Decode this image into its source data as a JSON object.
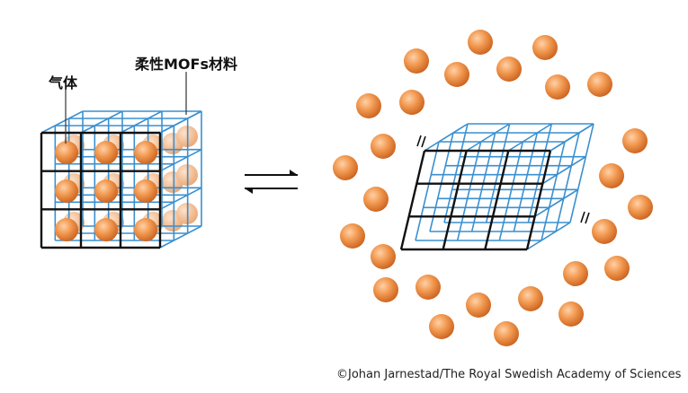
{
  "labels": {
    "gas": "气体",
    "framework": "柔性MOFs材料"
  },
  "credit": "©Johan Jarnestad/The Royal Swedish Academy of Sciences",
  "colors": {
    "ball_light": "#ffd1a8",
    "ball": "#f29a52",
    "ball_dark": "#c9601c",
    "ball_faded": "#f8c9a3",
    "lattice_blue": "#3a8fcf",
    "lattice_blue_light": "#8fc0e6",
    "frame_black": "#111111"
  },
  "left_cube": {
    "grid": "3x3x3",
    "state": "gas molecules inside framework"
  },
  "arrow": {
    "type": "equilibrium",
    "direction": "bidirectional"
  },
  "right_cube": {
    "state": "framework sheared, gas molecules released"
  }
}
